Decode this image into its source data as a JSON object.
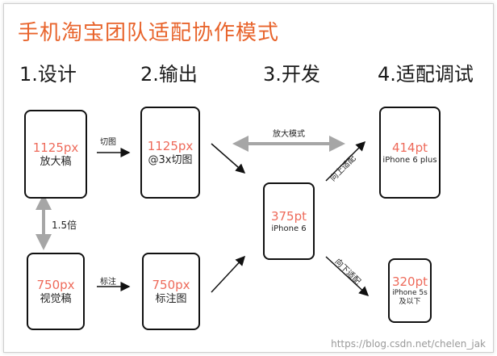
{
  "title": "手机淘宝团队适配协作模式",
  "steps": {
    "design": "1.设计",
    "output": "2.输出",
    "develop": "3.开发",
    "debug": "4.适配调试"
  },
  "phones": {
    "design_large": {
      "value": "1125px",
      "label": "放大稿"
    },
    "design_visual": {
      "value": "750px",
      "label": "视觉稿"
    },
    "output_cut": {
      "value": "1125px",
      "label": "@3x切图"
    },
    "output_mark": {
      "value": "750px",
      "label": "标注图"
    },
    "dev_iphone6": {
      "value": "375pt",
      "label": "iPhone 6"
    },
    "debug_plus": {
      "value": "414pt",
      "label": "iPhone 6 plus"
    },
    "debug_5s": {
      "value": "320pt",
      "label": "iPhone 5s",
      "label2": "及以下"
    }
  },
  "labels": {
    "cut": "切图",
    "mark": "标注",
    "scale": "1.5倍",
    "zoom_mode": "放大模式",
    "adapt_up": "向上适配",
    "adapt_down": "向下适配"
  },
  "watermark": "https://blog.csdn.net/chelen_jak",
  "colors": {
    "title": "#e8642c",
    "value": "#ee6a5a",
    "gray_arrow": "#a6a6a6"
  }
}
